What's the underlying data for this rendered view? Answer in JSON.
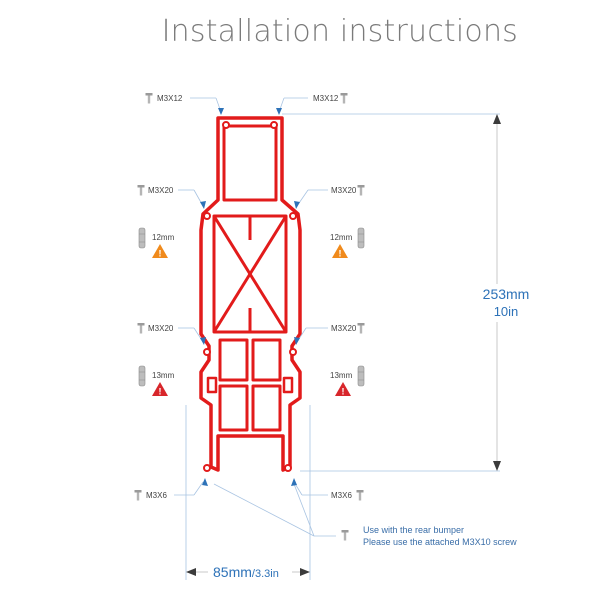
{
  "title": "Installation instructions",
  "screws": {
    "top_left": "M3X12",
    "top_right": "M3X12",
    "upper_left": "M3X20",
    "upper_right": "M3X20",
    "mid_left": "M3X20",
    "mid_right": "M3X20",
    "bottom_left": "M3X6",
    "bottom_right": "M3X6"
  },
  "standoffs": {
    "upper_left": "12mm",
    "upper_right": "12mm",
    "lower_left": "13mm",
    "lower_right": "13mm"
  },
  "height_dimension": {
    "mm": "253mm",
    "in": "10in"
  },
  "width_dimension": {
    "mm": "85mm",
    "in": "/3.3in"
  },
  "note": {
    "line1": "Use with the rear bumper",
    "line2": "Please use the attached M3X10 screw"
  },
  "colors": {
    "frame": "#e21b1b",
    "callout": "#2d72b8",
    "warning": "#f08a1c",
    "alert": "#d8262b"
  }
}
